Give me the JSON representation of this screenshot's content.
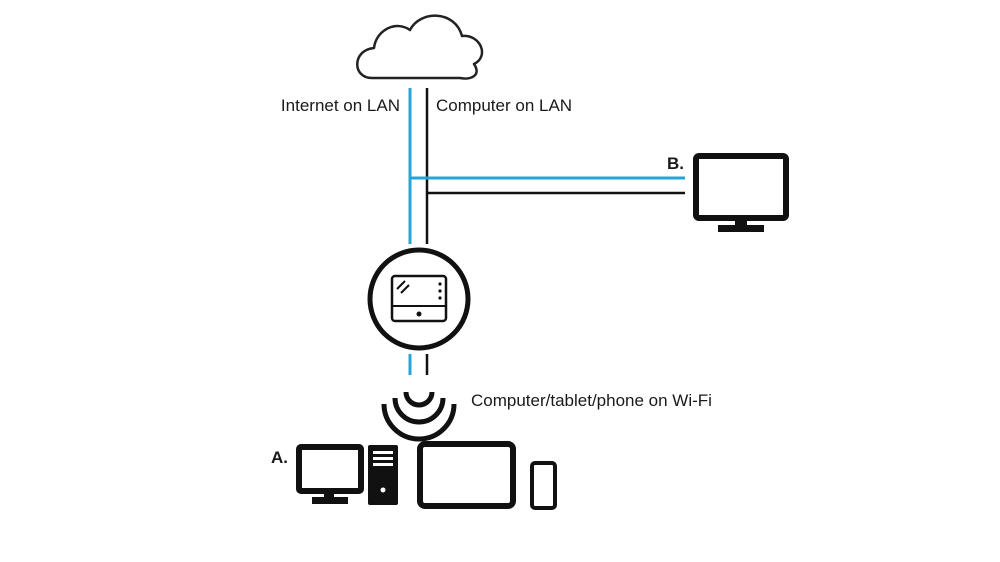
{
  "labels": {
    "internet_lan": "Internet on LAN",
    "computer_lan": "Computer on LAN",
    "wifi": "Computer/tablet/phone on Wi-Fi",
    "marker_a": "A.",
    "marker_b": "B."
  },
  "colors": {
    "internet_line": "#29a3d6",
    "computer_line": "#111111",
    "device_fill": "#111111"
  },
  "icons": {
    "cloud": "cloud-icon",
    "router": "router-icon",
    "wifi": "wifi-icon",
    "tv": "tv-monitor-icon",
    "desktop": "desktop-computer-icon",
    "tablet": "tablet-icon",
    "phone": "phone-icon"
  }
}
